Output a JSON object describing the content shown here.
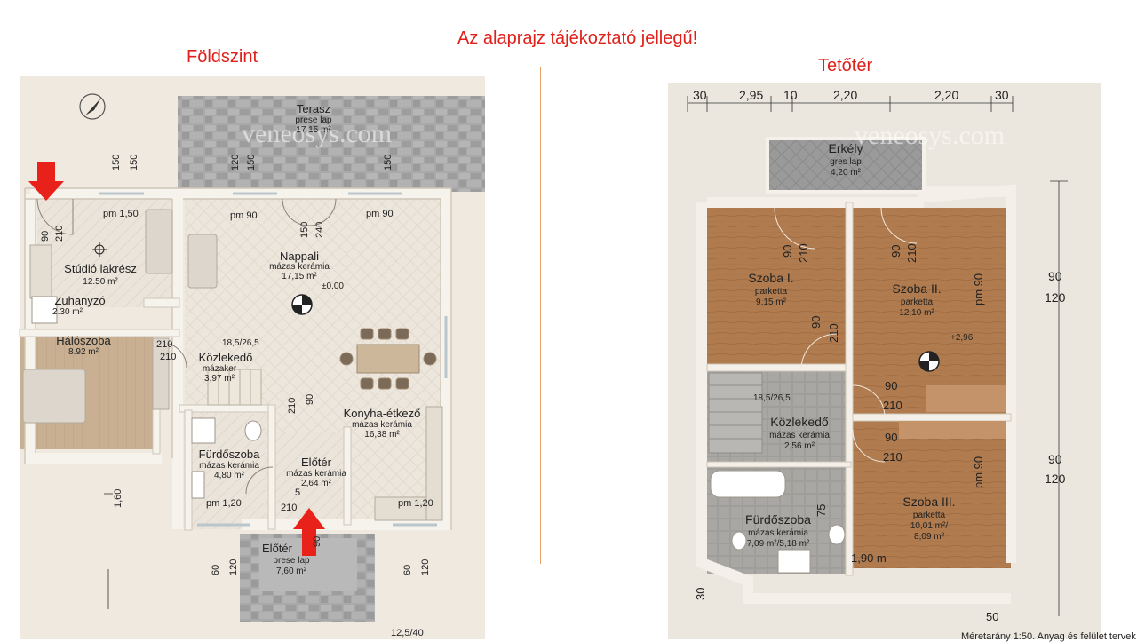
{
  "header": {
    "notice": "Az alaprajz tájékoztató jellegű!",
    "ground_title": "Földszint",
    "attic_title": "Tetőtér"
  },
  "colors": {
    "title_red": "#e0201a",
    "arrow_red": "#e8221b",
    "divider": "#e7a26a",
    "wall": "#f3eee6",
    "floor_tile": "#ebe5dc",
    "parquet": "#b27e52",
    "grey_tile": "#aaa9a7"
  },
  "watermark": "veneosys.com",
  "ground": {
    "rooms": [
      {
        "name": "Terasz",
        "material": "prese lap",
        "area": "17,15 m²"
      },
      {
        "name": "Stúdió lakrész",
        "material": "",
        "area": "12.50 m²"
      },
      {
        "name": "Zuhanyzó",
        "material": "",
        "area": "2.30 m²"
      },
      {
        "name": "Hálószoba",
        "material": "",
        "area": "8.92 m²"
      },
      {
        "name": "Nappali",
        "material": "mázas kerámia",
        "area": "17,15 m²"
      },
      {
        "name": "Közlekedő",
        "material": "mázaker",
        "area": "3,97 m²"
      },
      {
        "name": "Konyha-étkező",
        "material": "mázas kerámia",
        "area": "16,38 m²"
      },
      {
        "name": "Fürdőszoba",
        "material": "mázas kerámia",
        "area": "4,80 m²"
      },
      {
        "name": "Előtér",
        "material": "mázas kerámia",
        "area": "2,64 m²"
      },
      {
        "name": "Előtér",
        "material": "prese lap",
        "area": "7,60 m²"
      }
    ],
    "level": "±0,00",
    "stair": "18,5/26,5",
    "slope": "12,5/40",
    "pm": [
      "pm 1,50",
      "pm 90",
      "pm 90",
      "pm 1,20",
      "pm 1,20"
    ],
    "dims": [
      "150",
      "150",
      "120",
      "150",
      "150",
      "150",
      "240",
      "90",
      "210",
      "210",
      "210",
      "210",
      "90",
      "1,60",
      "5",
      "210",
      "90",
      "60",
      "120",
      "60",
      "120"
    ]
  },
  "attic": {
    "rooms": [
      {
        "name": "Erkély",
        "material": "gres lap",
        "area": "4,20 m²"
      },
      {
        "name": "Szoba I.",
        "material": "parketta",
        "area": "9,15 m²"
      },
      {
        "name": "Szoba II.",
        "material": "parketta",
        "area": "12,10 m²"
      },
      {
        "name": "Közlekedő",
        "material": "mázas kerámia",
        "area": "2,56 m²"
      },
      {
        "name": "Szoba III.",
        "material": "parketta",
        "area": "10,01 m²/",
        "area2": "8,09 m²"
      },
      {
        "name": "Fürdőszoba",
        "material": "mázas kerámia",
        "area": "7,09 m²/5,18 m²"
      }
    ],
    "level": "+2,96",
    "stair": "18,5/26,5",
    "top_dims": [
      "30",
      "2,95",
      "10",
      "2,20",
      "2,20",
      "30"
    ],
    "dims": [
      "90",
      "210",
      "90",
      "210",
      "90",
      "210",
      "90",
      "210",
      "90",
      "210",
      "pm 90",
      "pm 90",
      "90",
      "120",
      "90",
      "120",
      "75",
      "1,90 m",
      "30",
      "50"
    ],
    "scale_note": "Méretarány 1:50. Anyag és felület tervek"
  }
}
